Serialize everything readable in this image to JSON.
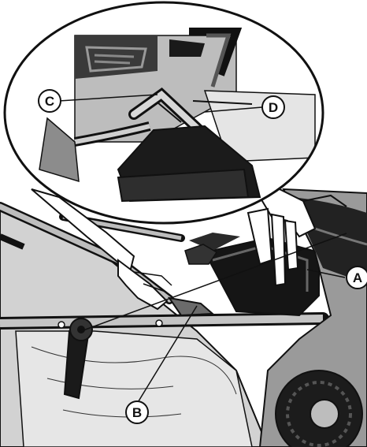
{
  "callouts": {
    "a": "A",
    "b": "B",
    "c": "C",
    "d": "D"
  },
  "colors": {
    "ink": "#111111",
    "light_grey": "#d4d4d4",
    "mid_grey": "#a8a8a8",
    "dark_grey": "#6b6b6b",
    "paper": "#ffffff"
  }
}
